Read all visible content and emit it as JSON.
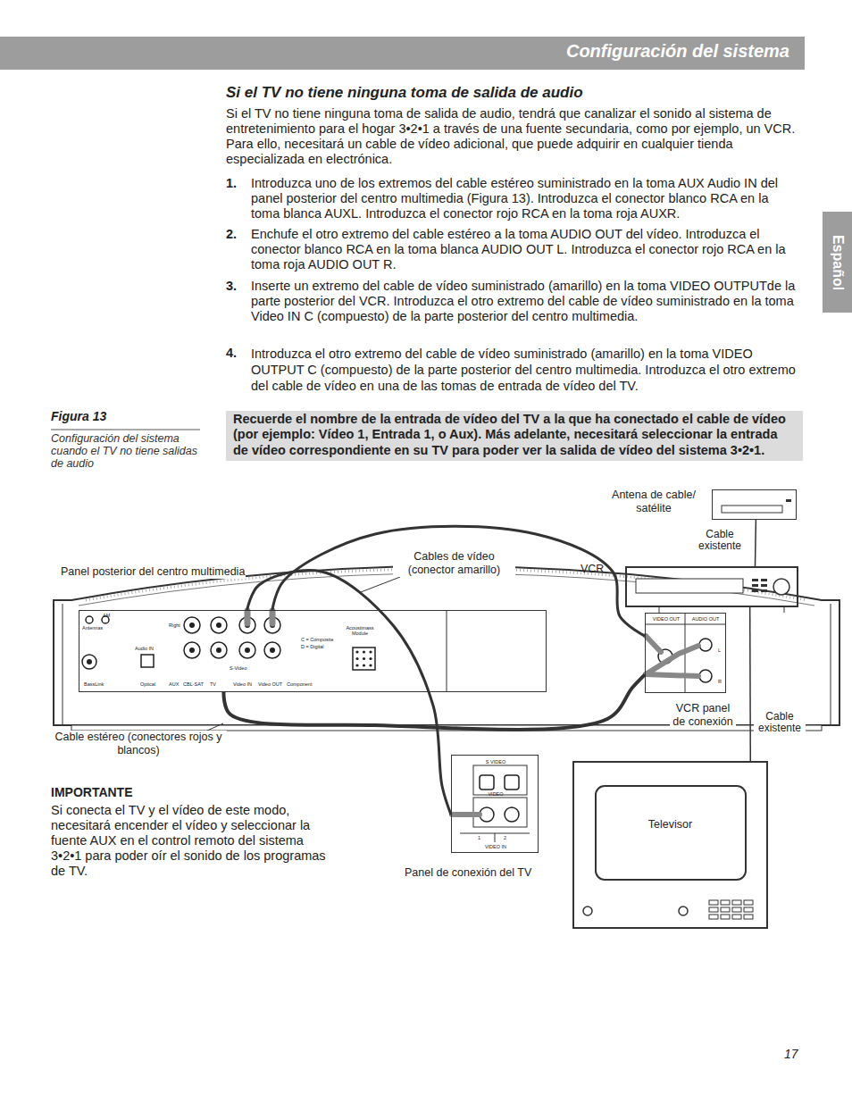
{
  "diagram": {
    "title": "Configuración del sistema",
    "caption": "Configuración del sistema cuando el TV no tiene salidas de audio",
    "nodes": [
      {
        "text": [
          "Español"
        ]
      },
      {
        "text": [
          "Recuerde el nombre de la entrada de vídeo del TV a la que ha conectado el cable de vídeo (por ejemplo: Vídeo 1, Entrada 1, o Aux). Más adelante, necesitará seleccionar la entrada de vídeo correspondiente en su TV para poder ver la salida de vídeo del sistema 3•2•1."
        ]
      },
      {
        "text": [
          "Antena de cable/ satélite"
        ]
      },
      {
        "text": [
          "VCR"
        ]
      },
      {
        "text": [
          "Antennas",
          "AM",
          "Right",
          "Audio IN",
          "BassLink",
          "Optical",
          "AUX",
          "CBL-SAT",
          "TV",
          "S-Video",
          "Video IN",
          "Video OUT",
          "Component",
          "Acoustimass Module",
          "C = Composite",
          "D = Digital"
        ]
      },
      {
        "text": [
          "VIDEO OUT",
          "AUDIO OUT",
          "L",
          "R"
        ]
      },
      {
        "text": [
          "S VIDEO",
          "VIDEO",
          "1",
          "2",
          "VIDEO IN"
        ]
      },
      {
        "text": [
          "Televisor"
        ]
      }
    ],
    "edges": [
      {
        "from": 2,
        "to": 3,
        "arrow": "none",
        "label": "Cable existente"
      },
      {
        "from": 3,
        "to": 7,
        "arrow": "none",
        "label": "Cable existente"
      },
      {
        "from": 4,
        "to": 5,
        "arrow": "none"
      },
      {
        "from": 4,
        "to": 5,
        "arrow": "none"
      },
      {
        "from": 4,
        "to": 6,
        "arrow": "none"
      }
    ],
    "labels": [
      "Si el TV no tiene ninguna toma de salida de audio",
      "Si el TV no tiene ninguna toma de salida de audio, tendrá que canalizar el sonido al sistema de entretenimiento para el hogar 3•2•1 a través de una fuente secundaria, como por ejemplo, un VCR. Para ello, necesitará un cable de vídeo adicional, que puede adquirir en cualquier tienda especializada en electrónica.",
      "1.",
      "Introduzca uno de los extremos del cable estéreo suministrado en la toma AUX Audio IN del panel posterior del centro multimedia (Figura 13). Introduzca el conector blanco RCA en la toma blanca AUXL. Introduzca el conector rojo RCA en la toma roja AUXR.",
      "2.",
      "Enchufe el otro extremo del cable estéreo a la toma AUDIO OUT del vídeo. Introduzca el conector blanco RCA en la toma blanca AUDIO OUT L. Introduzca el conector rojo RCA en la toma roja AUDIO OUT R.",
      "3.",
      "Inserte un extremo del cable de vídeo suministrado (amarillo) en la toma VIDEO OUTPUTde la parte posterior del VCR. Introduzca el otro extremo del cable de vídeo suministrado en la toma Video IN C (compuesto) de la parte posterior del centro multimedia.",
      "4.",
      "Introduzca el otro extremo del cable de vídeo suministrado (amarillo) en la toma VIDEO OUTPUT C (compuesto) de la parte posterior del centro multimedia. Introduzca el otro extremo del cable de vídeo en una de las tomas de entrada de vídeo del TV.",
      "Figura 13",
      "Panel posterior del centro multimedia",
      "Cables de vídeo (conector amarillo)",
      "VCR panel de conexión",
      "Cable estéreo (conectores rojos y blancos)",
      "IMPORTANTE",
      "Si conecta el TV y el vídeo de este modo, necesitará encender el vídeo y seleccionar la fuente AUX en el control remoto del sistema 3•2•1 para poder oír el sonido de los programas de TV.",
      "Panel de conexión del TV",
      "17"
    ]
  }
}
